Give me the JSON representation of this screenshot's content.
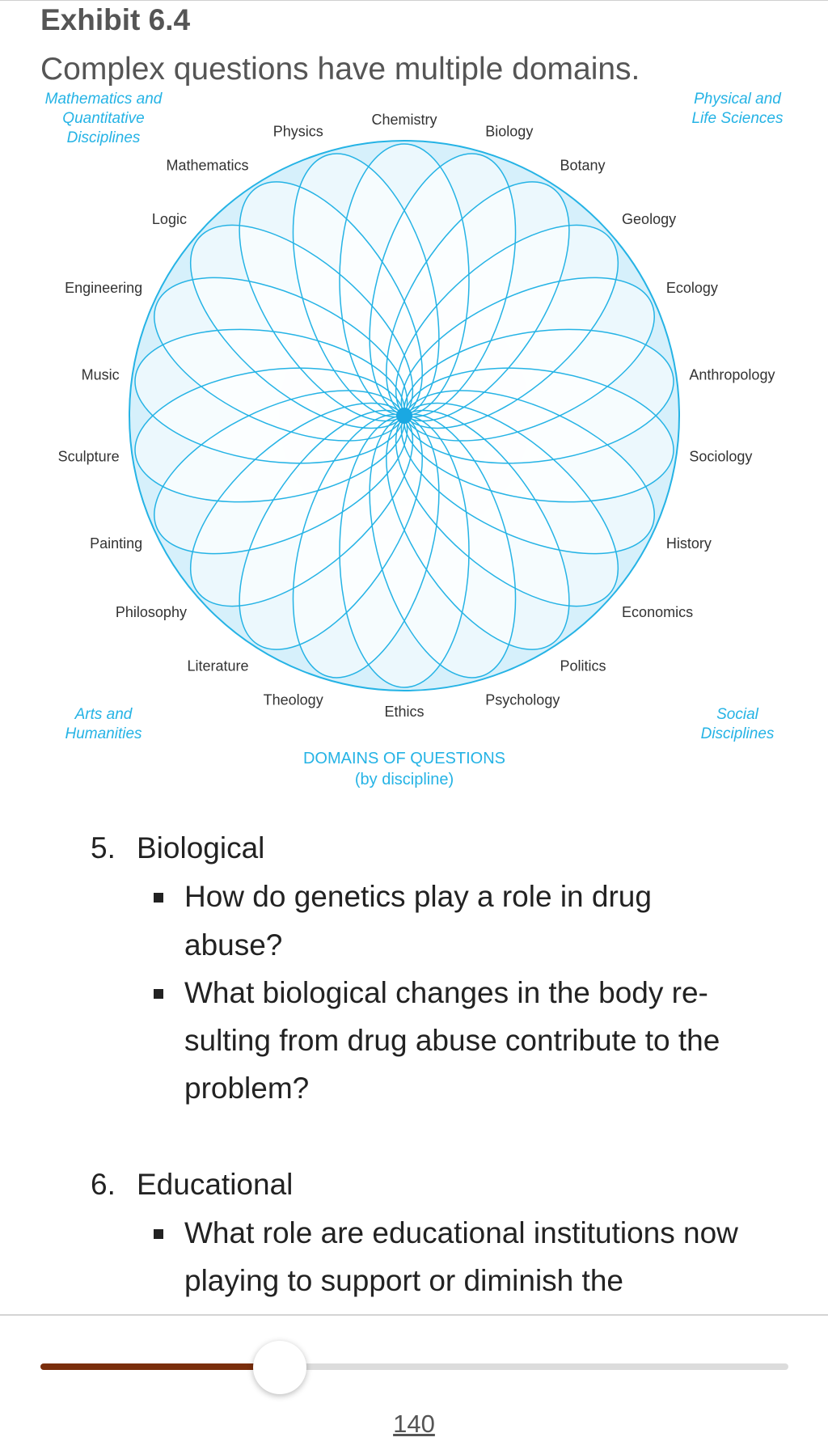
{
  "exhibit": {
    "number": "Exhibit 6.4",
    "title": "Complex questions have multiple domains."
  },
  "diagram": {
    "accent_color": "#25b3e5",
    "fill_color": "#d6f0fb",
    "disciplines": [
      "Chemistry",
      "Biology",
      "Botany",
      "Geology",
      "Ecology",
      "Anthropology",
      "Sociology",
      "History",
      "Economics",
      "Politics",
      "Psychology",
      "Ethics",
      "Theology",
      "Literature",
      "Philosophy",
      "Painting",
      "Sculpture",
      "Music",
      "Engineering",
      "Logic",
      "Mathematics",
      "Physics"
    ],
    "group_labels": {
      "top_left": [
        "Mathematics and",
        "Quantitative",
        "Disciplines"
      ],
      "top_right": [
        "Physical and",
        "Life Sciences"
      ],
      "bottom_left": [
        "Arts and",
        "Humanities"
      ],
      "bottom_right": [
        "Social",
        "Disciplines"
      ]
    },
    "caption": [
      "DOMAINS OF QUESTIONS",
      "(by discipline)"
    ]
  },
  "list": {
    "items": [
      {
        "number": "5.",
        "heading": "Biological",
        "bullets": [
          [
            "How do genetics play a role in drug",
            "abuse?"
          ],
          [
            "What biological changes in the body re-",
            "sulting from drug abuse contribute to the",
            "problem?"
          ]
        ]
      },
      {
        "number": "6.",
        "heading": "Educational",
        "bullets": [
          [
            "What role are educational institutions now",
            "playing to support or diminish the"
          ]
        ]
      }
    ]
  },
  "reader": {
    "progress": 0.32,
    "progress_color": "#7a2e0c",
    "page_number": "140"
  }
}
